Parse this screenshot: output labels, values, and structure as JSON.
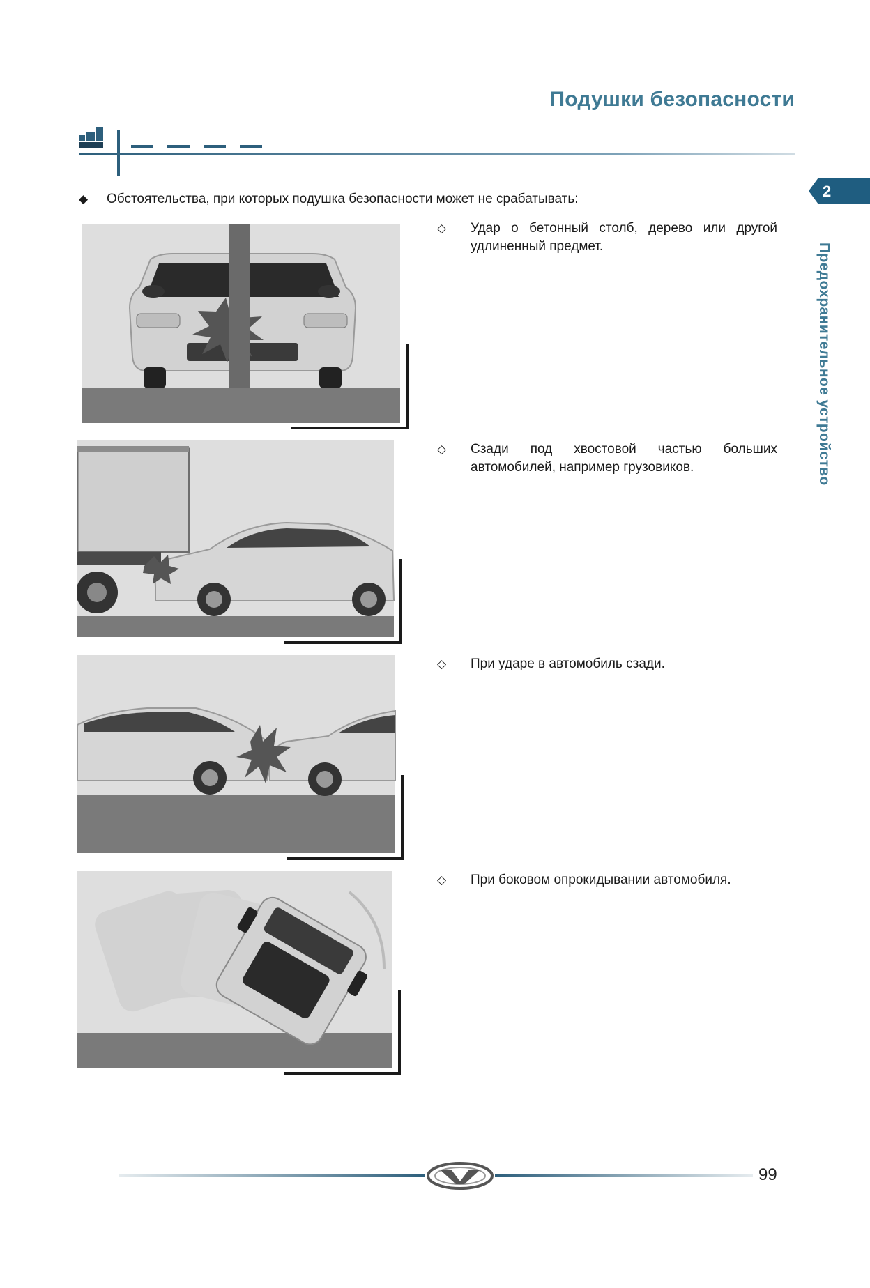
{
  "header": {
    "title": "Подушки безопасности"
  },
  "chapter": {
    "number": "2",
    "label": "Предохранительное устройство"
  },
  "intro": "Обстоятельства, при которых подушка безопасности может не срабатывать:",
  "items": [
    {
      "text": "Удар о бетонный столб, дерево или другой удлиненный предмет."
    },
    {
      "text": "Сзади под хвостовой частью больших автомобилей, например грузовиков."
    },
    {
      "text": "При ударе в автомобиль сзади."
    },
    {
      "text": "При боковом опрокидывании автомобиля."
    }
  ],
  "footer": {
    "page_number": "99"
  },
  "colors": {
    "accent": "#3f7a94",
    "tab": "#1f5d80",
    "figure_bg": "#dedede",
    "road": "#7a7a7a"
  }
}
